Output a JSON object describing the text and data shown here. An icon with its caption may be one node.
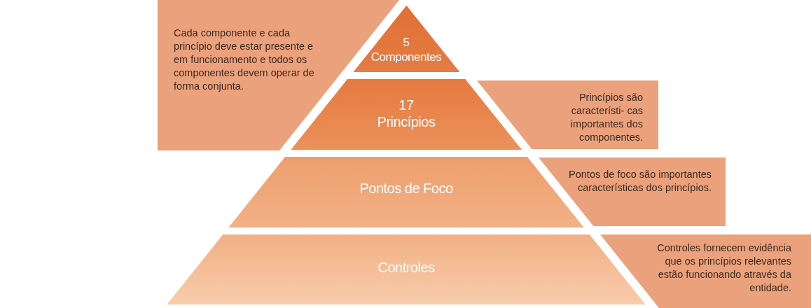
{
  "diagram": {
    "nodes": [
      {
        "text": [
          "Cada componente e cada princípio deve estar presente e em funcionamento e todos os componentes devem operar de forma conjunta."
        ]
      },
      {
        "text": [
          "5",
          "Componentes"
        ]
      },
      {
        "text": [
          "17",
          "Princípios"
        ]
      },
      {
        "text": [
          "Princípios são característi- cas importantes dos componentes."
        ]
      },
      {
        "text": [
          "Pontos de Foco"
        ]
      },
      {
        "text": [
          "Pontos de foco são importantes características dos princípios."
        ]
      },
      {
        "text": [
          "Controles"
        ]
      },
      {
        "text": [
          "Controles fornecem evidência que os princípios relevantes estão funcionando através da entidade."
        ]
      }
    ]
  }
}
